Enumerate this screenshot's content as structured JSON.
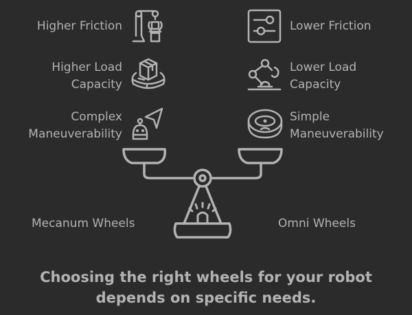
{
  "colors": {
    "background": "#2b2b2b",
    "foreground": "#b3b3b3"
  },
  "left_side": {
    "items": [
      {
        "label": "Higher Friction",
        "icon": "robot-arm-assembly-icon"
      },
      {
        "label_line1": "Higher Load",
        "label_line2": "Capacity",
        "icon": "box-on-platform-icon"
      },
      {
        "label_line1": "Complex",
        "label_line2": "Maneuverability",
        "icon": "robot-navigation-icon"
      }
    ],
    "wheel_label": "Mecanum Wheels"
  },
  "right_side": {
    "items": [
      {
        "label": "Lower Friction",
        "icon": "sliders-icon"
      },
      {
        "label_line1": "Lower Load",
        "label_line2": "Capacity",
        "icon": "robotic-arm-icon"
      },
      {
        "label_line1": "Simple",
        "label_line2": "Maneuverability",
        "icon": "robot-vacuum-icon"
      }
    ],
    "wheel_label": "Omni Wheels"
  },
  "center": {
    "icon": "balance-scale-icon"
  },
  "caption": {
    "line1": "Choosing the right wheels for your robot",
    "line2": "depends on specific needs."
  }
}
